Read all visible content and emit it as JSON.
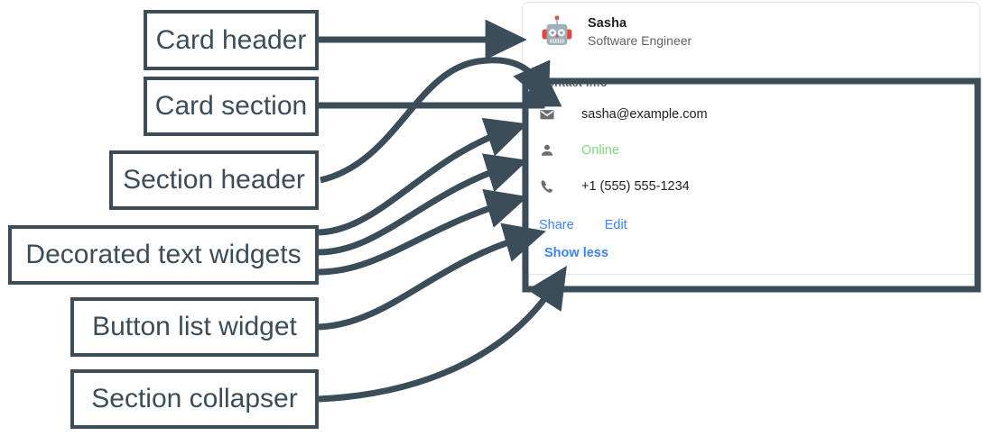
{
  "annotations": {
    "box_color": "#3c4d5a",
    "labels": [
      {
        "id": "card-header",
        "text": "Card header"
      },
      {
        "id": "card-section",
        "text": "Card section"
      },
      {
        "id": "section-header",
        "text": "Section header"
      },
      {
        "id": "decorated-text",
        "text": "Decorated text widgets"
      },
      {
        "id": "button-list",
        "text": "Button list widget"
      },
      {
        "id": "section-collapser",
        "text": "Section collapser"
      }
    ]
  },
  "card": {
    "header": {
      "avatar_icon": "robot-avatar-icon",
      "title": "Sasha",
      "subtitle": "Software Engineer"
    },
    "section": {
      "header": "Contact Info",
      "rows": [
        {
          "icon": "email-icon",
          "text": "sasha@example.com",
          "style": "default"
        },
        {
          "icon": "person-icon",
          "text": "Online",
          "style": "online"
        },
        {
          "icon": "phone-icon",
          "text": "+1 (555) 555-1234",
          "style": "default"
        }
      ],
      "buttons": [
        {
          "label": "Share"
        },
        {
          "label": "Edit"
        }
      ],
      "collapser": "Show less"
    }
  },
  "colors": {
    "accent_link": "#3b83f0",
    "status_online": "#81d681",
    "annotation": "#3c4d5a",
    "muted_text": "#5f6368"
  }
}
